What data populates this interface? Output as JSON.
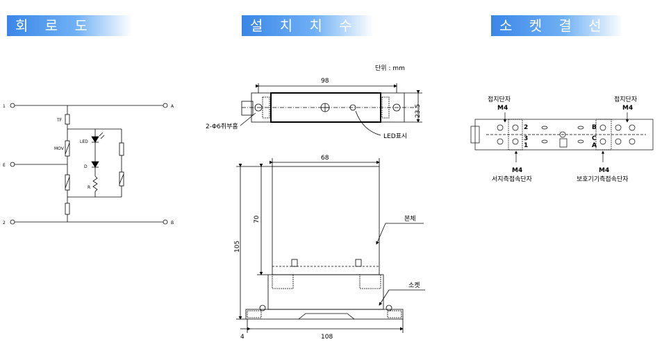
{
  "headers": {
    "circuit": "회 로 도",
    "dimensions": "설 치 치 수",
    "socket": "소 켓 결 선"
  },
  "header_colors": {
    "start": "#3a86e8",
    "end": "#ffffff"
  },
  "circuit": {
    "terminal_1": "1",
    "terminal_e": "E",
    "terminal_2": "2",
    "terminal_a": "A",
    "terminal_b": "B",
    "tf": "TF",
    "mov": "MOV",
    "led": "LED",
    "d": "D",
    "r": "R"
  },
  "dimensions": {
    "unit": "단위 : mm",
    "top_width": "98",
    "top_height": "23.5",
    "mount_hole": "2-Φ6취부홈",
    "led_display": "LED표시",
    "body_width": "68",
    "body_height": "70",
    "total_height": "105",
    "body_label": "본체",
    "socket_label": "소켓",
    "base_width": "108",
    "base_offset": "4"
  },
  "socket": {
    "ground_left": "접지단자",
    "ground_left_size": "M4",
    "ground_right": "접지단자",
    "ground_right_size": "M4",
    "left_size": "M4",
    "left_label": "서지측접속단자",
    "right_size": "M4",
    "right_label": "보호기기측접속단자",
    "pin_2": "2",
    "pin_3": "3",
    "pin_1": "1",
    "pin_b": "B",
    "pin_c": "C",
    "pin_a": "A"
  }
}
